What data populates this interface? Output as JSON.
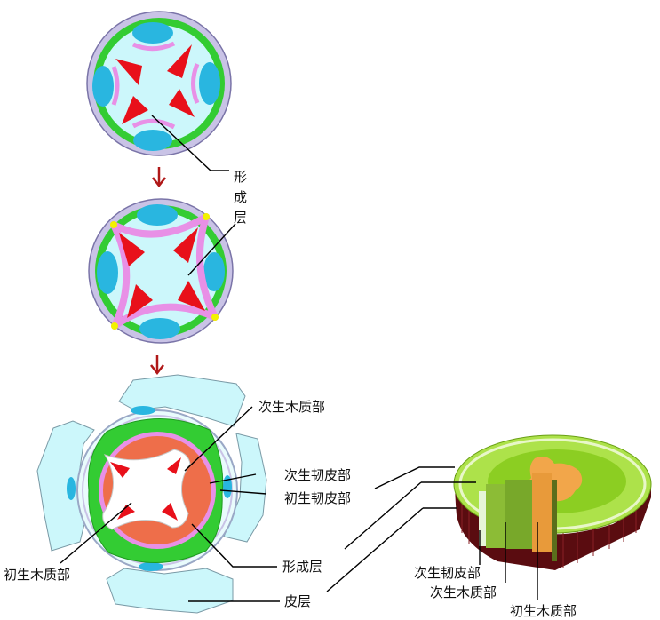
{
  "labels": {
    "cambium_top_1": "形",
    "cambium_top_2": "成",
    "cambium_top_3": "层",
    "secondary_xylem": "次生木质部",
    "secondary_phloem": "次生韧皮部",
    "primary_phloem": "初生韧皮部",
    "primary_xylem": "初生木质部",
    "cambium": "形成层",
    "cortex": "皮层",
    "block_secondary_phloem": "次生韧皮部",
    "block_secondary_xylem": "次生木质部",
    "block_primary_xylem": "初生木质部"
  },
  "colors": {
    "epidermis": "#c9c3e6",
    "green_ring": "#33cc33",
    "ground": "#ccf7fb",
    "phloem_blue": "#29b6e0",
    "xylem_red": "#e8101a",
    "cambium_pink": "#e890e6",
    "cambium_yellow": "#f2f200",
    "secondary_xylem_orange": "#ee6e4a",
    "arrow": "#b01818",
    "wood_dark": "#5a0c10",
    "wood_top": "#ade24a"
  }
}
